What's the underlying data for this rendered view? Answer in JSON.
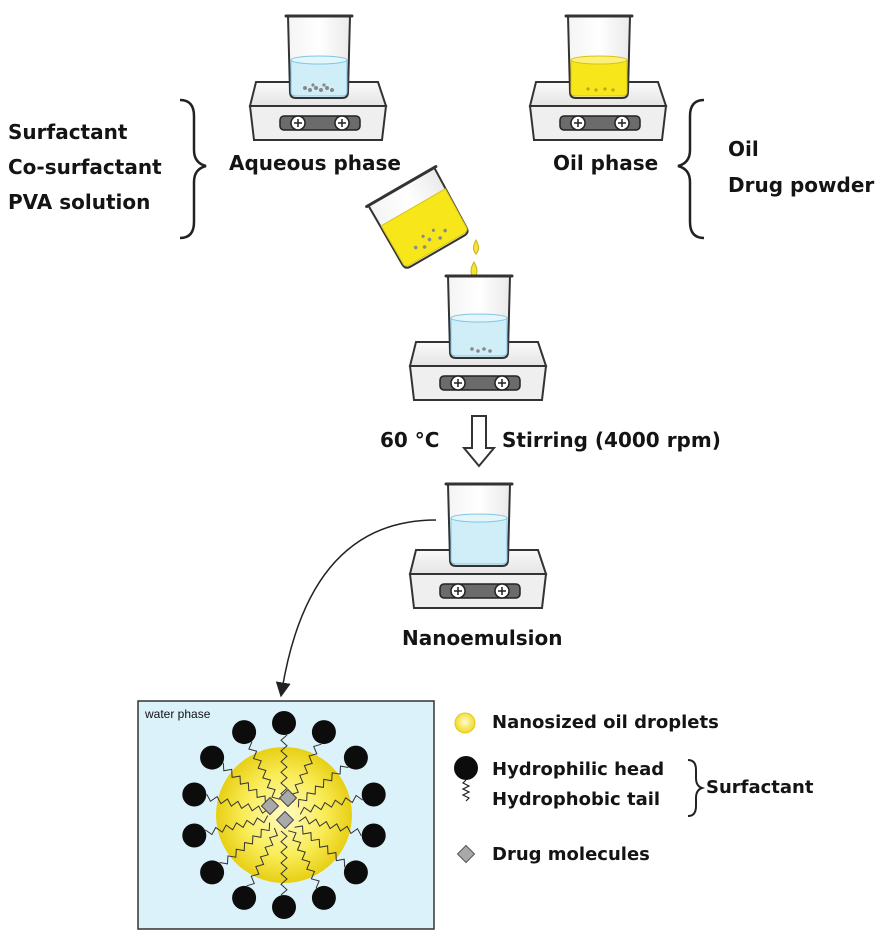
{
  "colors": {
    "water": "#cfeef8",
    "water_edge": "#7fc6e3",
    "oil": "#f6e61a",
    "oil_pour": "#f4e43a",
    "droplet_core": "#fff9b0",
    "droplet_edge": "#e6cf18",
    "head": "#0c0c0c",
    "drug": "#a9a9a9",
    "box_bg": "#dbf2fa",
    "hotplate": "#f3f3f3",
    "hotplate_side": "#bcbcbc"
  },
  "aqueous": {
    "left_list": [
      "Surfactant",
      "Co-surfactant",
      "PVA solution"
    ],
    "label": "Aqueous phase"
  },
  "oil": {
    "label": "Oil phase",
    "right_list": [
      "Oil",
      "Drug powder"
    ]
  },
  "process": {
    "temperature": "60 °C",
    "stirring": "Stirring (4000 rpm)",
    "product": "Nanoemulsion"
  },
  "inset": {
    "caption": "water phase"
  },
  "legend": {
    "droplets": "Nanosized oil droplets",
    "head": "Hydrophilic head",
    "tail": "Hydrophobic tail",
    "surfactant": "Surfactant",
    "drug": "Drug molecules"
  }
}
